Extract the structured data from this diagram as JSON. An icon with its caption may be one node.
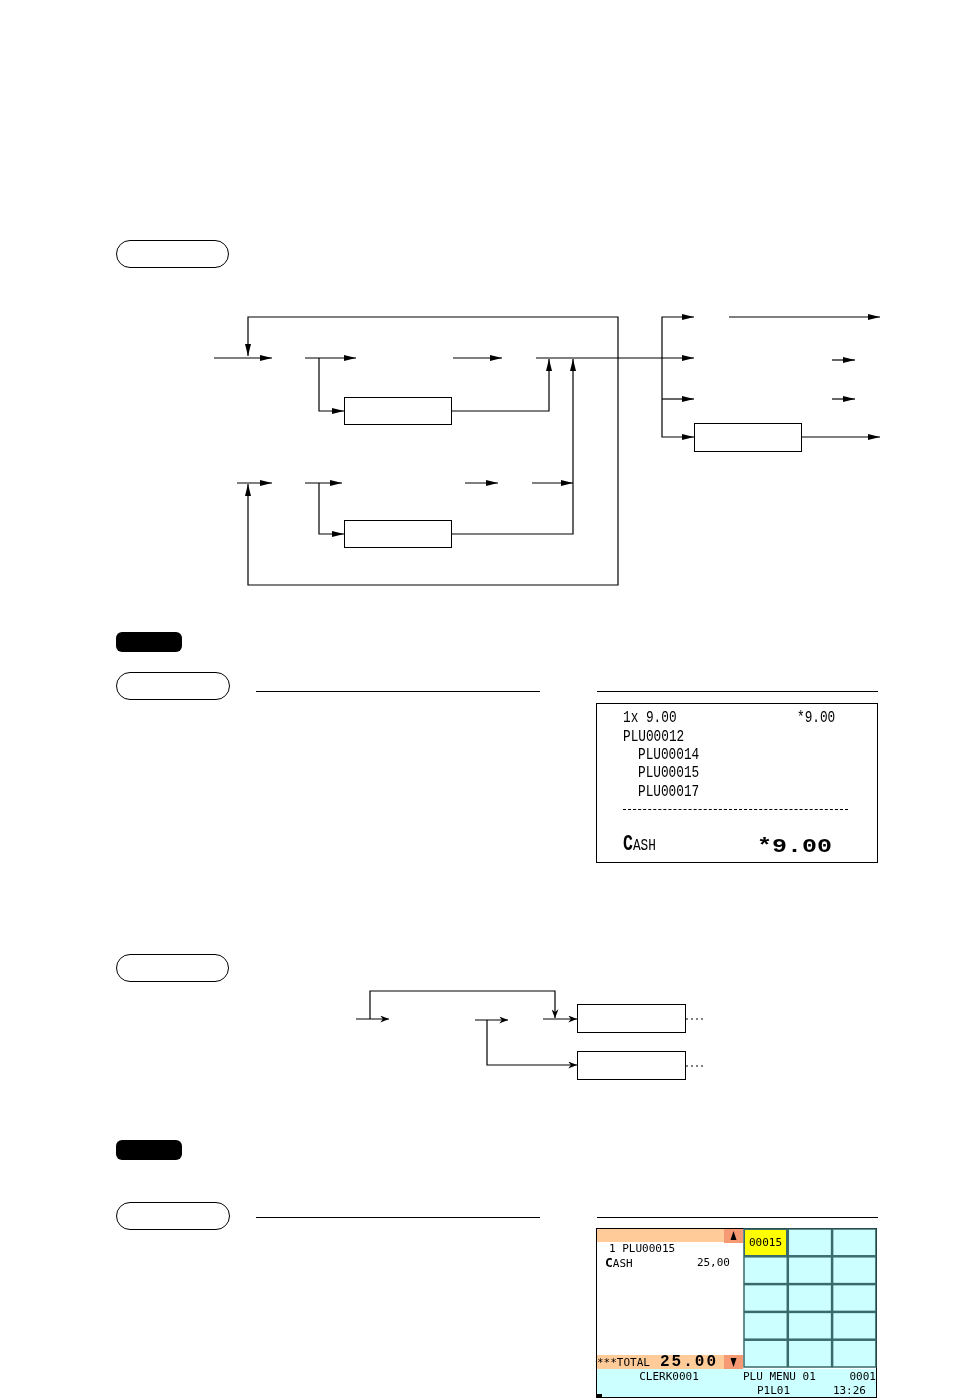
{
  "diagram": {
    "nodes": [
      {
        "text": [],
        "shape": "box"
      },
      {
        "text": [],
        "shape": "box"
      },
      {
        "text": [],
        "shape": "box"
      },
      {
        "text": [],
        "shape": "box"
      },
      {
        "text": [],
        "shape": "box"
      }
    ],
    "edges": [
      {
        "from": null,
        "to": 0,
        "arrow": "to"
      },
      {
        "from": 0,
        "to": null,
        "arrow": "to"
      },
      {
        "from": null,
        "to": 1,
        "arrow": "to"
      },
      {
        "from": 1,
        "to": null,
        "arrow": "to"
      },
      {
        "from": null,
        "to": 2,
        "arrow": "to"
      },
      {
        "from": 2,
        "to": null,
        "arrow": "to"
      },
      {
        "from": null,
        "to": 3,
        "arrow": "to"
      },
      {
        "from": null,
        "to": 4,
        "arrow": "to"
      },
      {
        "from": 3,
        "to": null,
        "arrow": "none",
        "style": "dashed"
      },
      {
        "from": 4,
        "to": null,
        "arrow": "none",
        "style": "dashed"
      }
    ],
    "labels": [
      "1x 9.00",
      "*9.00",
      "PLU00012",
      "PLU00014",
      "PLU00015",
      "PLU00017",
      "CASH",
      "*9.00",
      "1 PLU00015",
      "CASH",
      "25,00",
      "***TOTAL",
      "25.00",
      "00015",
      "CLERK0001",
      "PLU MENU 01",
      "0001",
      "P1L01",
      "13:26"
    ]
  }
}
